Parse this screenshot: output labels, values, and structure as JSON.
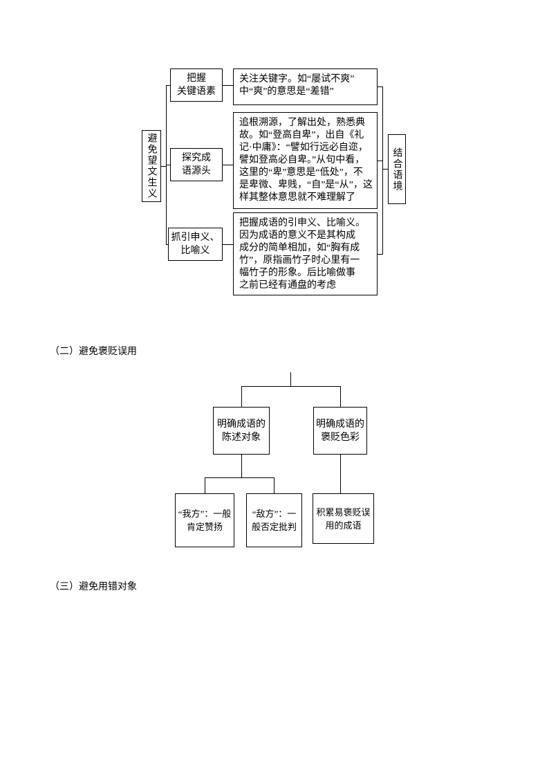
{
  "sections": {
    "heading_2": "（二）避免褒贬误用",
    "heading_3": "（三）避免用错对象"
  },
  "diagram1": {
    "root": "避免望文生义",
    "context": "结合语境",
    "branches": [
      {
        "label": "把握\n关键语素",
        "detail": "关注关键字。如“屡试不爽”\n中“爽”的意思是“差错”"
      },
      {
        "label": "探究成\n语源头",
        "detail": "追根溯源，了解出处，熟悉典\n故。如“登高自卑”，出自《礼\n记·中庸》：“譬如行远必自迩，\n譬如登高必自卑。”从句中看，\n这里的“卑”意思是“低处”，不\n是卑微、卑贱，“自”是“从”，这\n样其整体意思就不难理解了"
      },
      {
        "label": "抓引申义、\n比喻义",
        "detail": "把握成语的引申义、比喻义。\n因为成语的意义不是其构成\n成分的简单相加，如“胸有成\n竹”，原指画竹子时心里有一\n幅竹子的形象。后比喻做事\n之前已经有通盘的考虑"
      }
    ]
  },
  "diagram2": {
    "left_parent": "明确成语的\n陈述对象",
    "right_parent": "明确成语的\n褒贬色彩",
    "leaf_we": "“我方”：一般\n肯定赞扬",
    "leaf_enemy": "“敌方”：一\n般否定批判",
    "leaf_accumulate": "积累易褒贬误\n用的成语"
  }
}
